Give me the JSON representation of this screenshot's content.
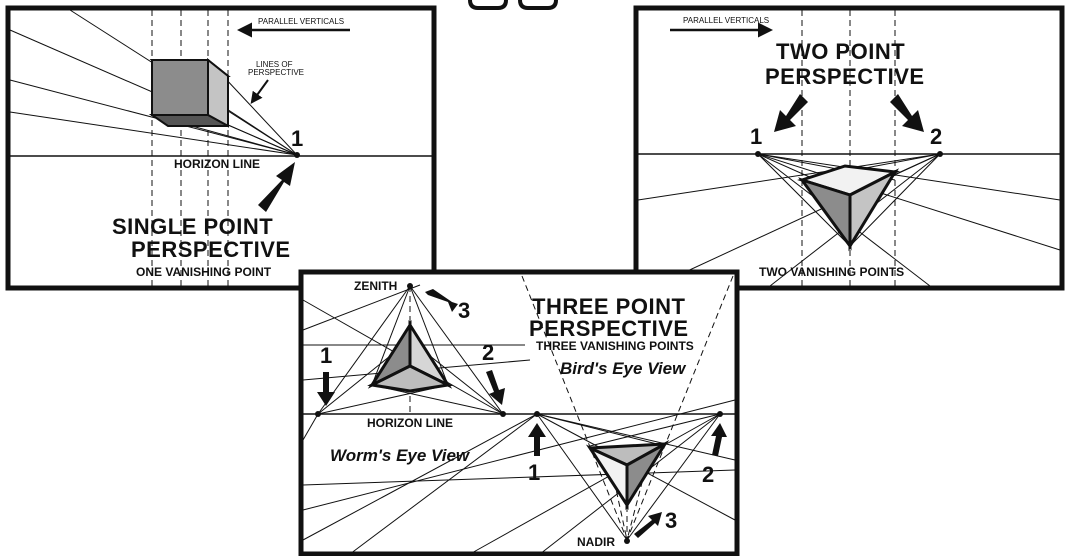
{
  "panel1": {
    "title_line1": "SINGLE  POINT",
    "title_line2": "PERSPECTIVE",
    "subtitle": "ONE VANISHING POINT",
    "horizon_label": "HORIZON LINE",
    "parallel_verticals": "PARALLEL VERTICALS",
    "lines_label_1": "LINES OF",
    "lines_label_2": "PERSPECTIVE",
    "vp1": "1"
  },
  "panel2": {
    "title_line1": "TWO POINT",
    "title_line2": "PERSPECTIVE",
    "subtitle": "TWO VANISHING POINTS",
    "parallel_verticals": "PARALLEL VERTICALS",
    "vp1": "1",
    "vp2": "2"
  },
  "panel3": {
    "title_line1": "THREE POINT",
    "title_line2": "PERSPECTIVE",
    "subtitle": "THREE VANISHING POINTS",
    "birds_eye": "Bird's Eye View",
    "worms_eye": "Worm's Eye View",
    "horizon_label": "HORIZON LINE",
    "zenith": "ZENITH",
    "nadir": "NADIR",
    "vp1_left": "1",
    "vp2_left": "2",
    "vp3_top": "3",
    "vp1_right": "1",
    "vp2_right": "2",
    "vp3_bottom": "3"
  },
  "colors": {
    "line": "#111111",
    "face_dark": "#8c8c8c",
    "face_mid": "#bdbdbd",
    "face_light": "#e6e6e6"
  }
}
